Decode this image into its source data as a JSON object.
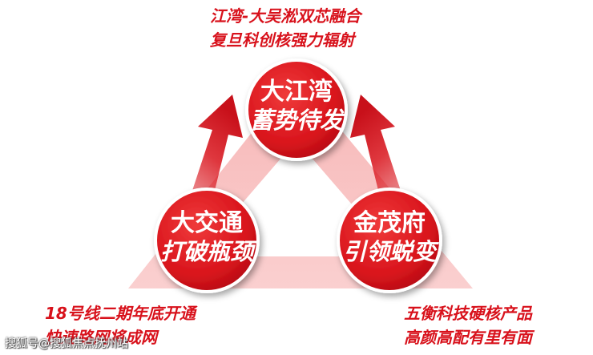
{
  "colors": {
    "primary_red": "#d8111b",
    "light_red": "#f7b6b6",
    "node_fill": "#d9141c"
  },
  "top_caption": {
    "line1": "江湾-大吴淞双芯融合",
    "line2": "复旦科创核强力辐射"
  },
  "nodes": {
    "top": {
      "title": "大江湾",
      "subtitle": "蓄势待发"
    },
    "left": {
      "title": "大交通",
      "subtitle": "打破瓶颈"
    },
    "right": {
      "title": "金茂府",
      "subtitle": "引领蜕变"
    }
  },
  "left_caption": {
    "line1": "18号线二期年底开通",
    "line2": "快速路网将成网"
  },
  "right_caption": {
    "line1": "五衡科技硬核产品",
    "line2": "高颜高配有里有面"
  },
  "watermark": "搜狐号@搜狐焦点抚州站"
}
